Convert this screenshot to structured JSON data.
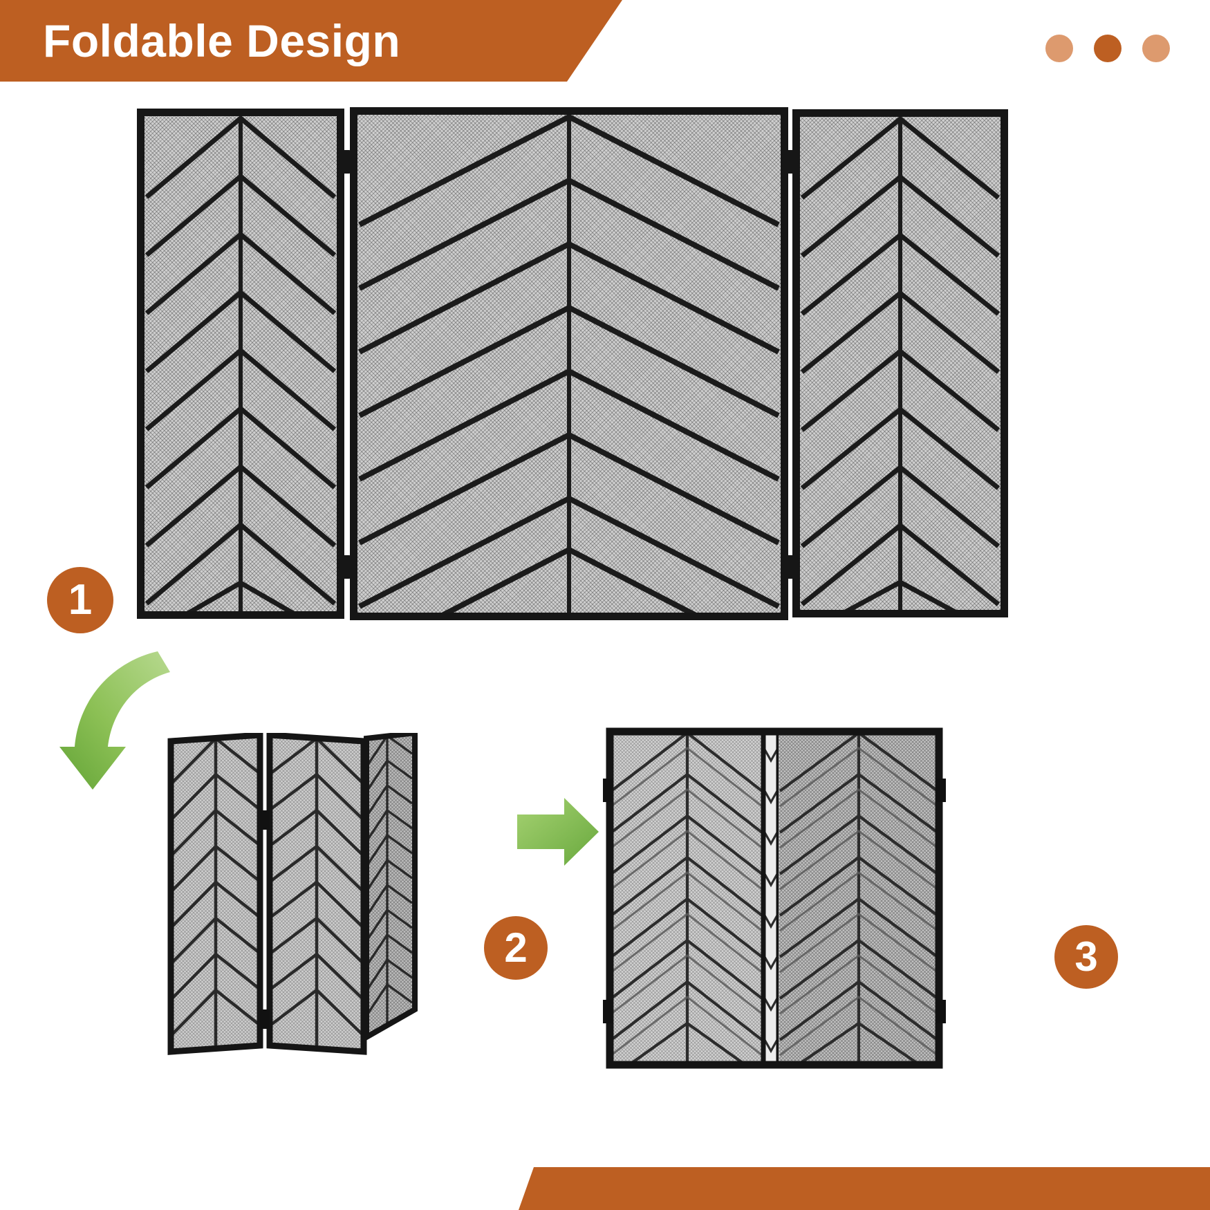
{
  "header": {
    "title": "Foldable Design",
    "banner_color": "#bd5f22",
    "title_color": "#ffffff"
  },
  "decor_dots": [
    {
      "name": "dot-left",
      "color": "#dd9a6e"
    },
    {
      "name": "dot-center",
      "color": "#bd5f22"
    },
    {
      "name": "dot-right",
      "color": "#dd9a6e"
    }
  ],
  "footer": {
    "color": "#bd5f22"
  },
  "steps": [
    {
      "number": "1",
      "badge_color": "#bd5f22",
      "label_color": "#ffffff"
    },
    {
      "number": "2",
      "badge_color": "#bd5f22",
      "label_color": "#ffffff"
    },
    {
      "number": "3",
      "badge_color": "#bd5f22",
      "label_color": "#ffffff"
    }
  ],
  "arrows": [
    {
      "name": "curved-down-left-arrow",
      "color_start": "#a8d07a",
      "color_end": "#6aab3f",
      "direction": "down-left"
    },
    {
      "name": "right-arrow",
      "color_start": "#9ccb68",
      "color_end": "#6fae42",
      "direction": "right"
    }
  ],
  "product": {
    "name": "3-panel chevron fireplace screen",
    "frame_color": "#161616",
    "mesh_color": "#cfcfcf",
    "panel_count": 3,
    "pattern": "chevron",
    "views": [
      {
        "name": "open-flat",
        "step": "1",
        "panels": 3,
        "description": "Fully opened tri-fold screen shown flat"
      },
      {
        "name": "partially-folded",
        "step": "2",
        "panels": 3,
        "description": "Screen partially folded, side panel rotated inward"
      },
      {
        "name": "fully-folded",
        "step": "3",
        "panels": 3,
        "description": "Screen folded flat into compact stack"
      }
    ]
  }
}
